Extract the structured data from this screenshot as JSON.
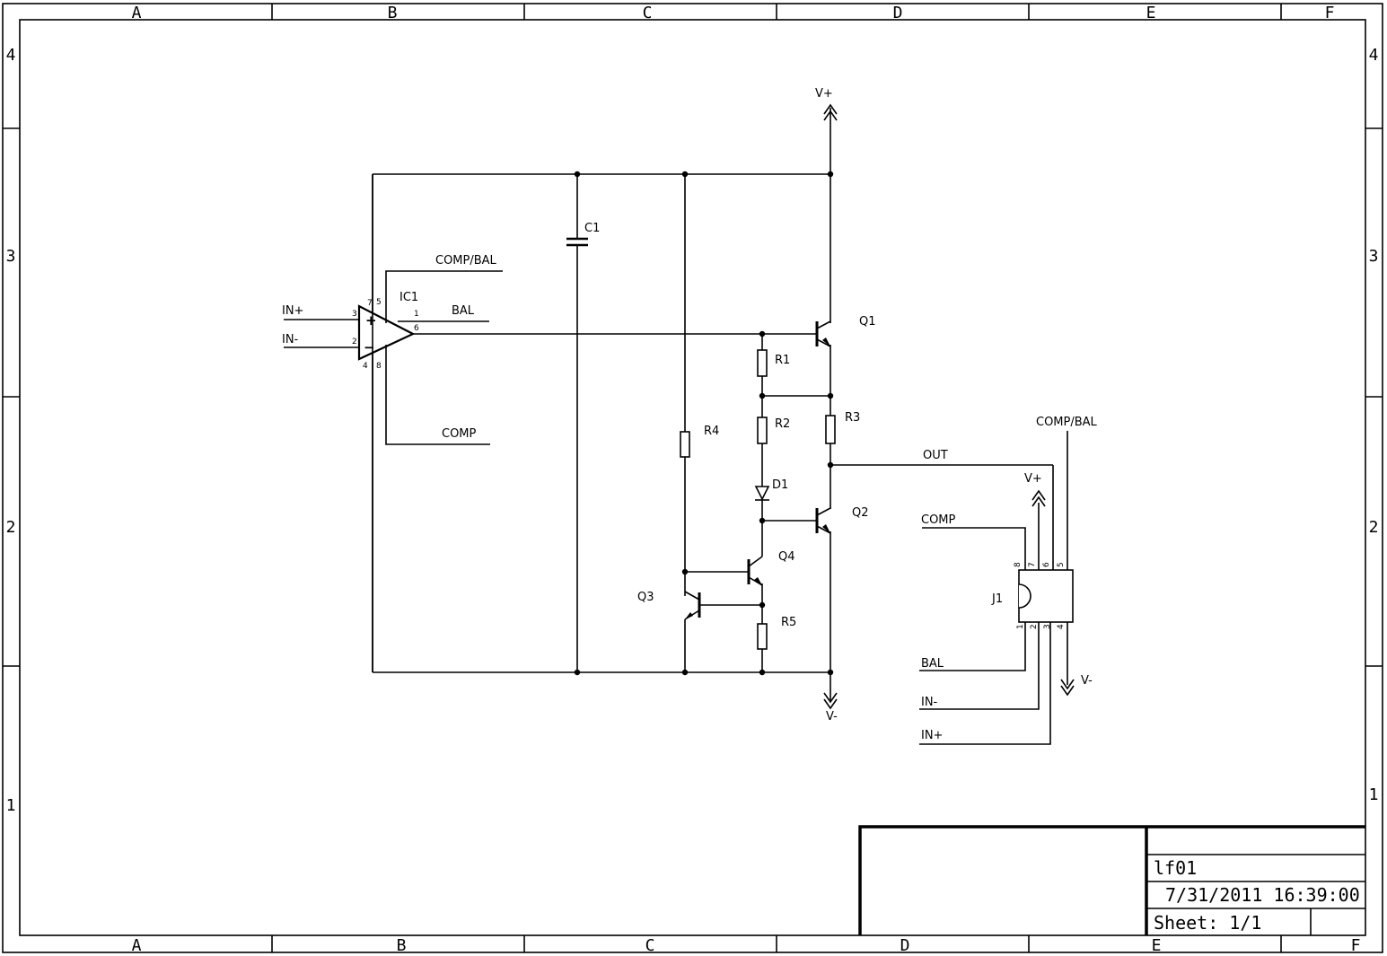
{
  "frame": {
    "columns": [
      "A",
      "B",
      "C",
      "D",
      "E",
      "F"
    ],
    "rows": [
      "4",
      "3",
      "2",
      "1"
    ]
  },
  "title_block": {
    "name": "lf01",
    "datetime": "7/31/2011 16:39:00",
    "sheet": "Sheet: 1/1"
  },
  "components": {
    "ic1": "IC1",
    "c1": "C1",
    "q1": "Q1",
    "q2": "Q2",
    "q3": "Q3",
    "q4": "Q4",
    "r1": "R1",
    "r2": "R2",
    "r3": "R3",
    "r4": "R4",
    "r5": "R5",
    "d1": "D1",
    "j1": "J1"
  },
  "nets": {
    "in_plus": "IN+",
    "in_minus": "IN-",
    "comp_bal": "COMP/BAL",
    "bal": "BAL",
    "comp": "COMP",
    "v_plus": "V+",
    "v_minus": "V-",
    "out": "OUT"
  },
  "ic1_pins": {
    "p3": "3",
    "p2": "2",
    "p7": "7",
    "p5": "5",
    "p1": "1",
    "p6": "6",
    "p4": "4",
    "p8": "8",
    "plus": "+",
    "minus": "−"
  },
  "j1_pins": {
    "p8": "8",
    "p7": "7",
    "p6": "6",
    "p5": "5",
    "p1": "1",
    "p2": "2",
    "p3": "3",
    "p4": "4"
  }
}
